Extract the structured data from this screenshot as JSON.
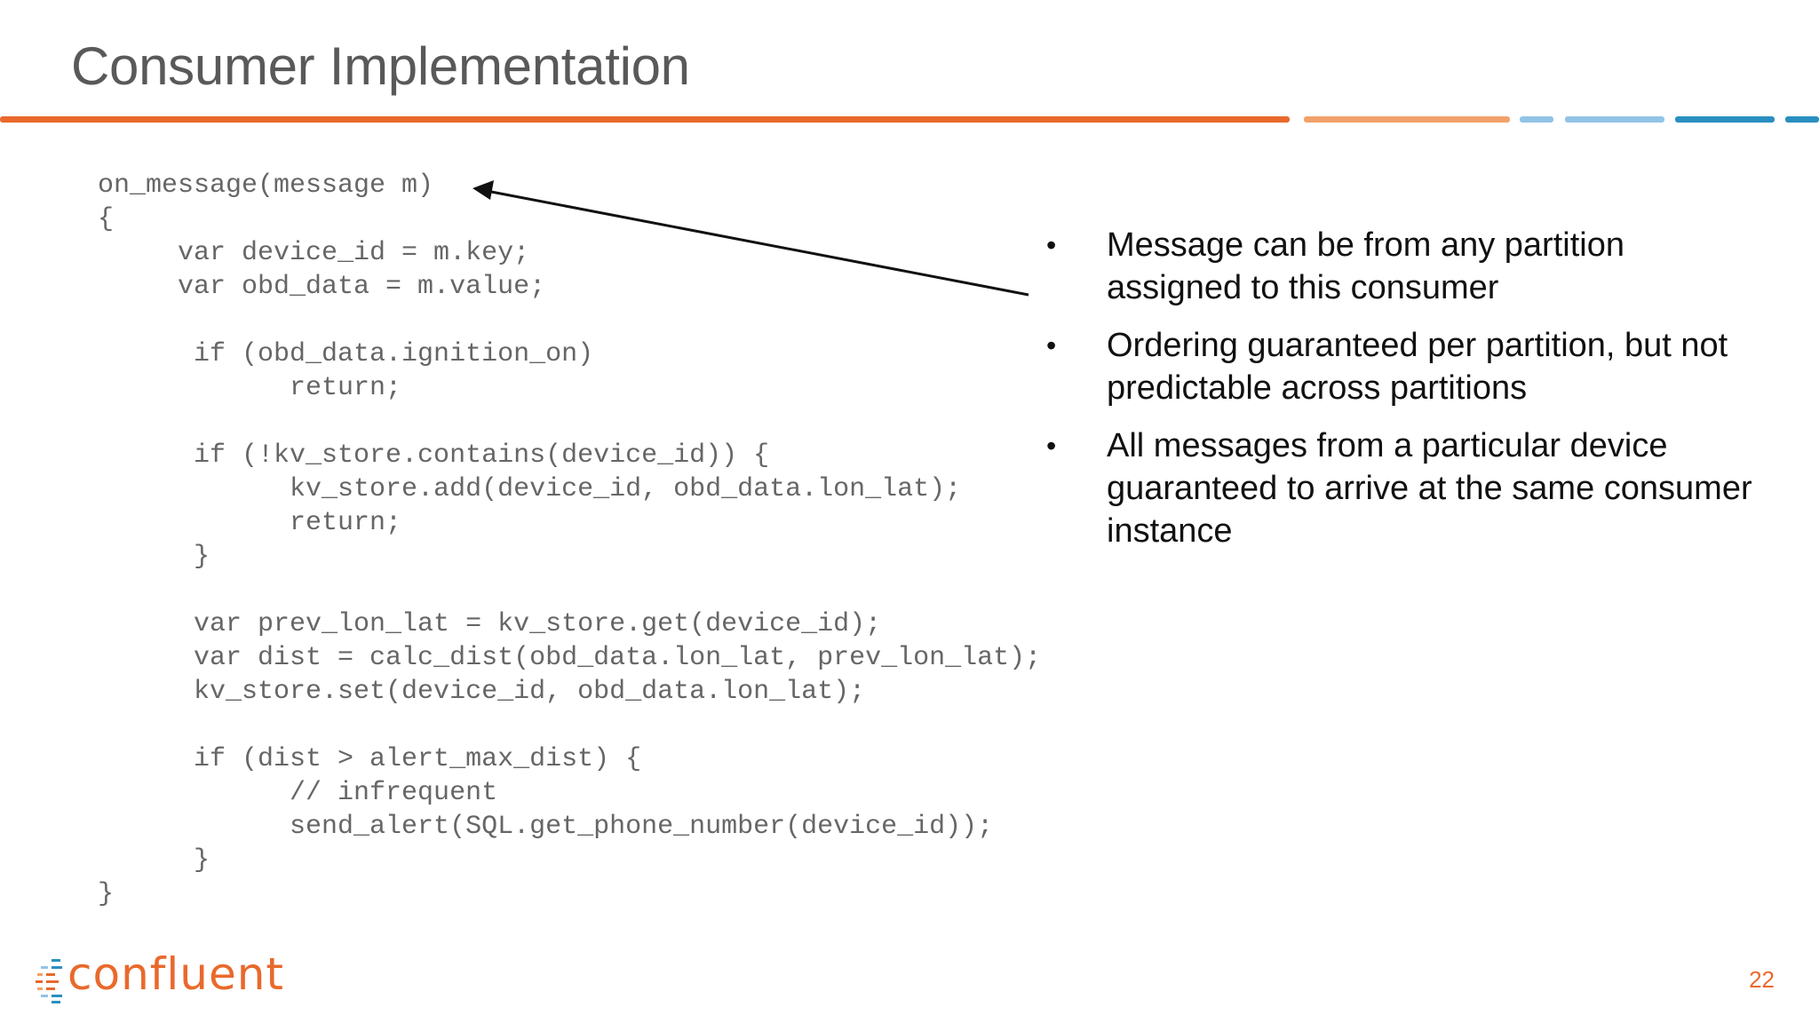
{
  "slide": {
    "title": "Consumer Implementation",
    "page_number": "22"
  },
  "code": {
    "lines": [
      "on_message(message m)",
      "{",
      "     var device_id = m.key;",
      "     var obd_data = m.value;",
      "",
      "      if (obd_data.ignition_on)",
      "            return;",
      "",
      "      if (!kv_store.contains(device_id)) {",
      "            kv_store.add(device_id, obd_data.lon_lat);",
      "            return;",
      "      }",
      "",
      "      var prev_lon_lat = kv_store.get(device_id);",
      "      var dist = calc_dist(obd_data.lon_lat, prev_lon_lat);",
      "      kv_store.set(device_id, obd_data.lon_lat);",
      "",
      "      if (dist > alert_max_dist) {",
      "            // infrequent",
      "            send_alert(SQL.get_phone_number(device_id));",
      "      }",
      "}"
    ]
  },
  "bullets": [
    "Message can be from any partition assigned to this consumer",
    "Ordering guaranteed per partition, but not predictable across partitions",
    "All messages from a particular device guaranteed to arrive at the same consumer instance"
  ],
  "bullet_symbol": "•",
  "logo": {
    "text": "confluent",
    "icon": "confluent-logo-mark-icon"
  },
  "colors": {
    "accent_orange": "#e9692c",
    "light_orange": "#f2a16b",
    "light_blue": "#92c3e6",
    "blue": "#2a8fc0",
    "code_gray": "#666666",
    "title_gray": "#595959"
  }
}
